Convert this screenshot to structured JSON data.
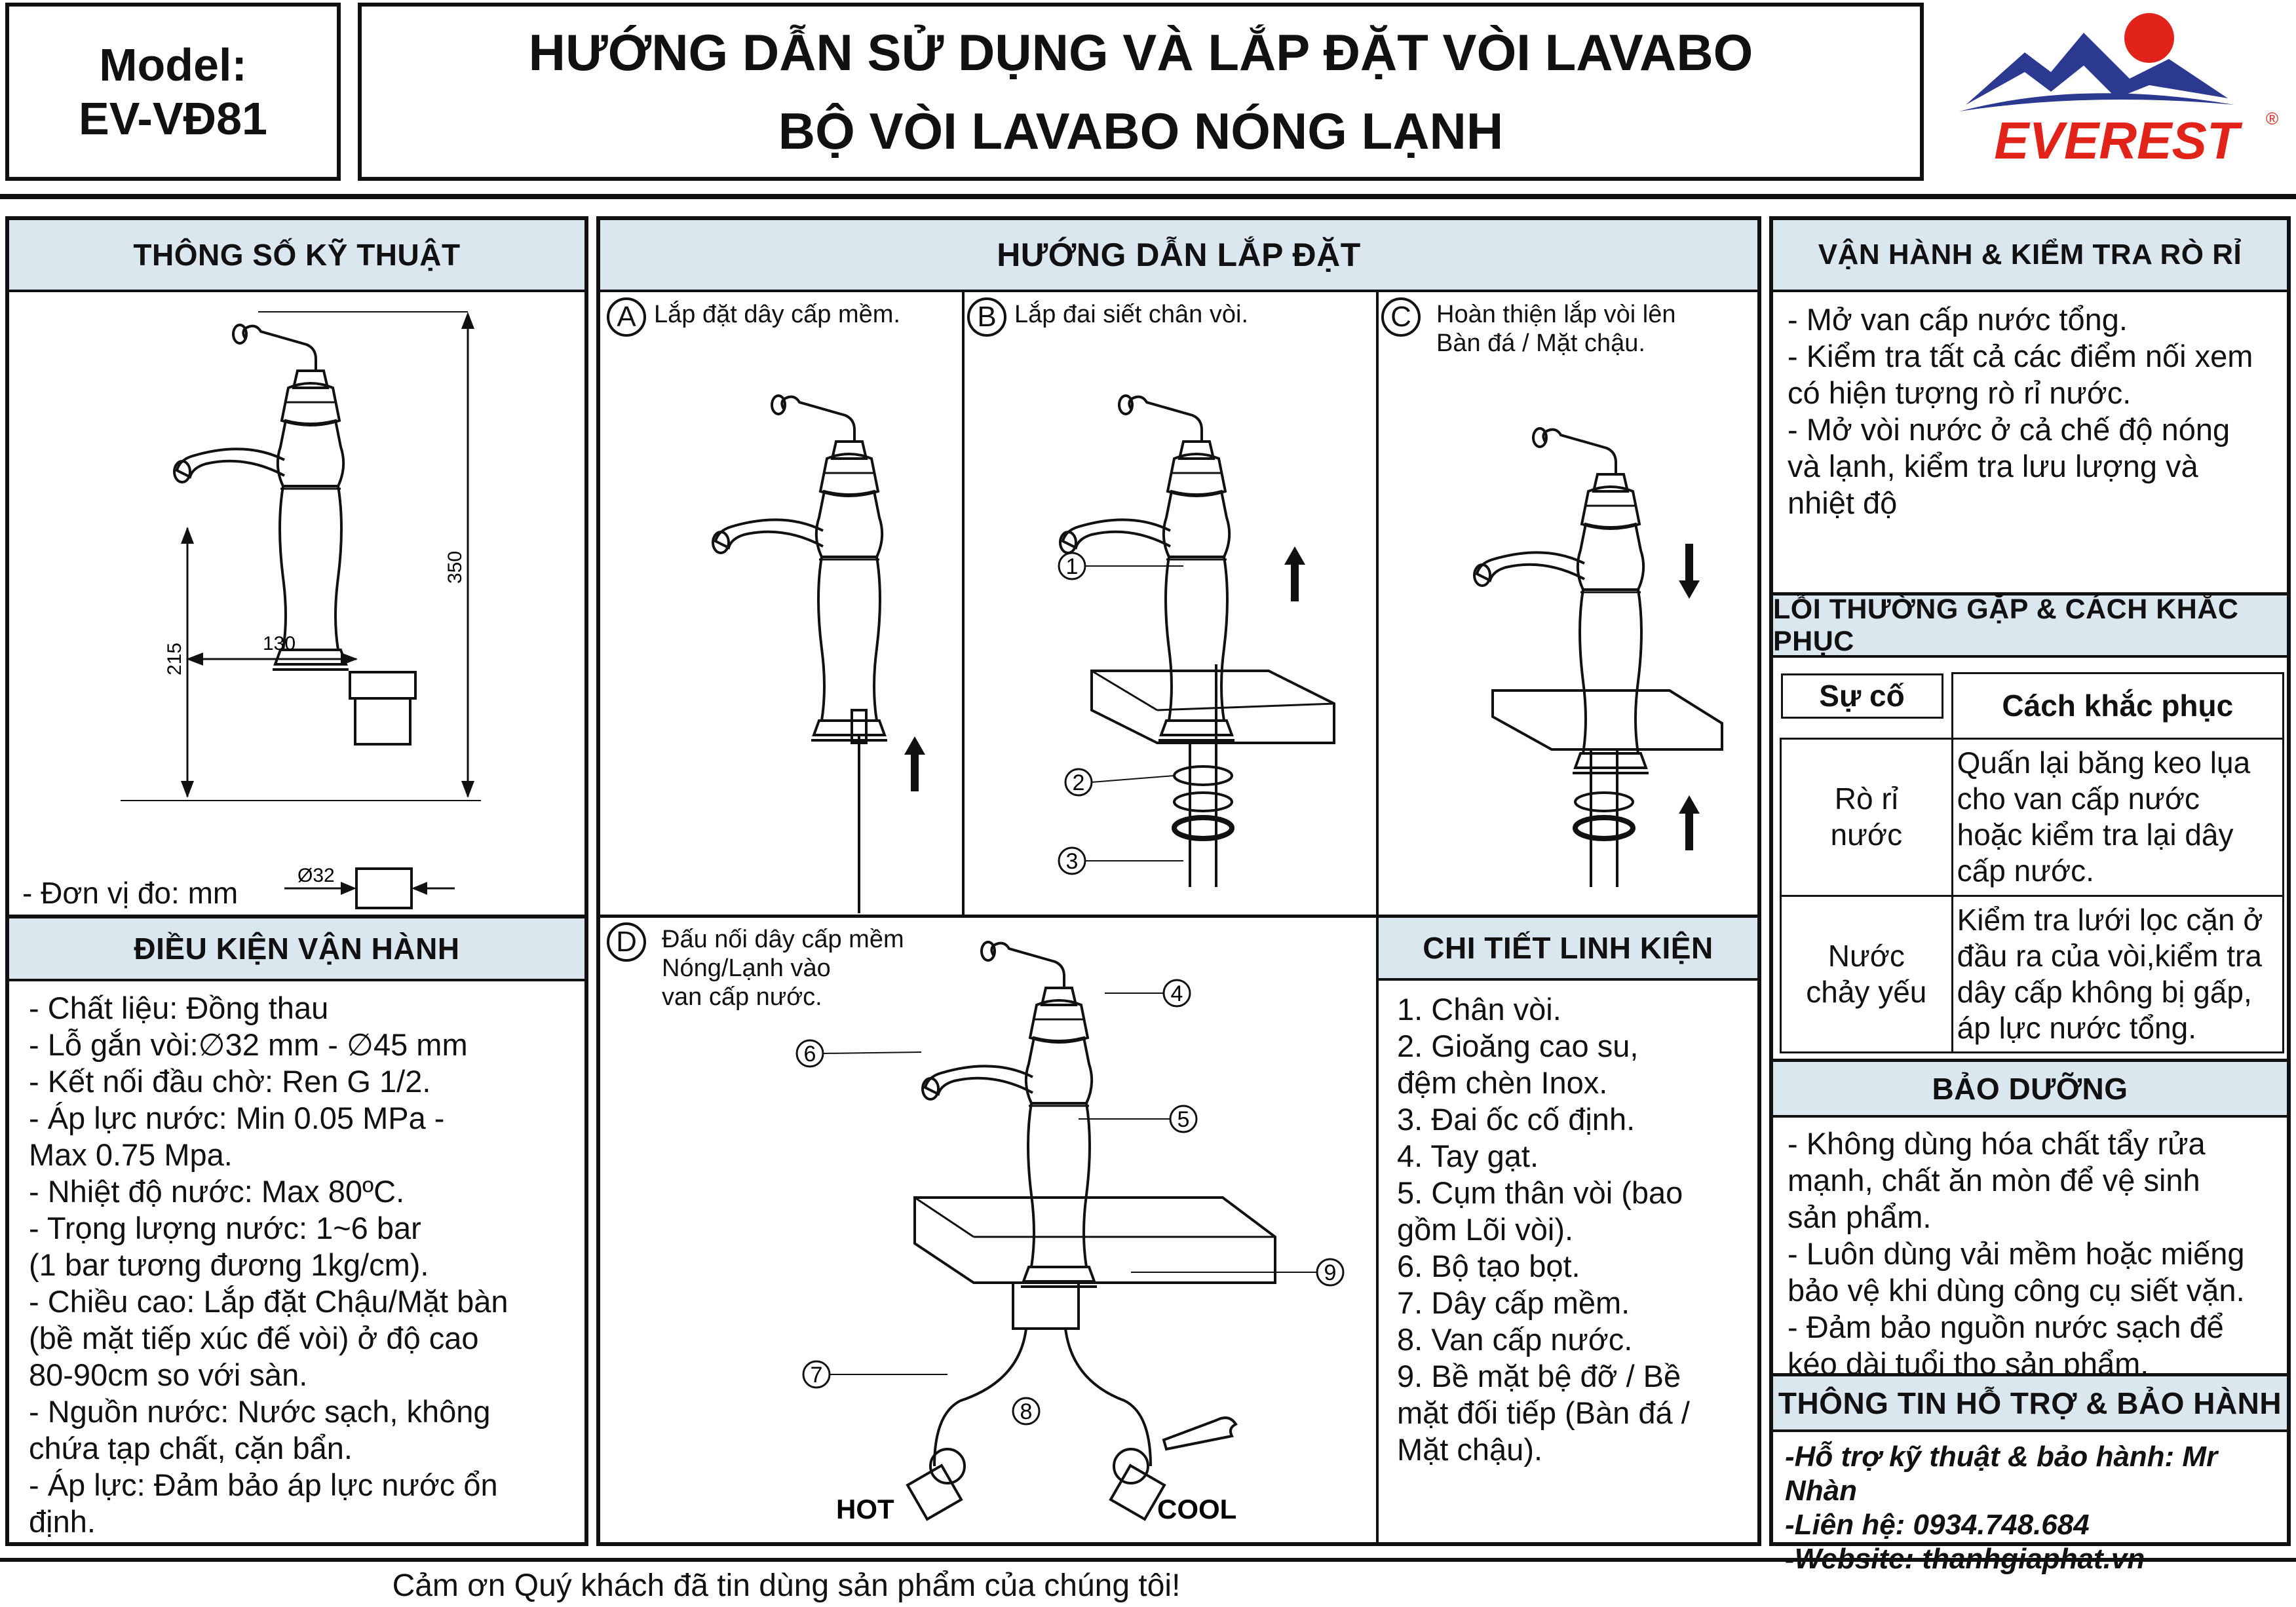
{
  "header": {
    "model_label": "Model:",
    "model_code": "EV-VĐ81",
    "title_line1": "HƯỚNG DẪN SỬ DỤNG VÀ LẮP ĐẶT VÒI LAVABO",
    "title_line2": "BỘ VÒI LAVABO NÓNG LẠNH",
    "brand": "EVEREST",
    "brand_mark": "®",
    "brand_color": "#e2231a",
    "mountain_color": "#2b3990"
  },
  "specs": {
    "title": "THÔNG SỐ KỸ THUẬT",
    "dim_350": "350",
    "dim_215": "215",
    "dim_130": "130",
    "dim_32": "Ø32",
    "unit_note": "- Đơn vị đo: mm"
  },
  "conditions": {
    "title": "ĐIỀU KIỆN VẬN HÀNH",
    "text": "- Chất liệu: Đồng thau\n- Lỗ gắn vòi:∅32 mm - ∅45 mm\n- Kết nối đầu chờ: Ren G 1/2.\n- Áp lực nước: Min 0.05 MPa -\nMax 0.75 Mpa.\n- Nhiệt độ nước: Max 80ºC.\n- Trọng lượng nước: 1~6 bar\n(1 bar tương đương 1kg/cm).\n- Chiều cao: Lắp đặt Chậu/Mặt bàn\n(bề mặt tiếp xúc đế vòi) ở độ cao\n80-90cm so với sàn.\n- Nguồn nước: Nước sạch, không\nchứa tạp chất, cặn bẩn.\n- Áp lực: Đảm bảo áp lực nước ổn\nđịnh."
  },
  "install": {
    "title": "HƯỚNG DẪN LẮP ĐẶT",
    "step_a": {
      "letter": "A",
      "text": "Lắp đặt dây cấp mềm."
    },
    "step_b": {
      "letter": "B",
      "text": "Lắp đai siết chân vòi."
    },
    "step_c": {
      "letter": "C",
      "text": "Hoàn thiện lắp vòi lên\nBàn đá / Mặt chậu."
    },
    "step_d": {
      "letter": "D",
      "text": "Đấu nối dây cấp mềm\nNóng/Lạnh vào\nvan cấp nước."
    },
    "callouts": [
      "1",
      "2",
      "3",
      "4",
      "5",
      "6",
      "7",
      "8",
      "9"
    ],
    "hot": "HOT",
    "cool": "COOL"
  },
  "parts": {
    "title": "CHI TIẾT LINH KIỆN",
    "text": "1. Chân vòi.\n2. Gioăng cao su,\nđệm chèn Inox.\n3. Đai ốc cố định.\n4. Tay gạt.\n5. Cụm thân vòi (bao\ngồm Lõi vòi).\n6. Bộ tạo bọt.\n7. Dây cấp mềm.\n8. Van cấp nước.\n9. Bề mặt bệ đỡ / Bề\nmặt đối tiếp (Bàn đá /\nMặt chậu)."
  },
  "operation": {
    "title": "VẬN HÀNH & KIỂM TRA RÒ RỈ",
    "text": "- Mở van cấp nước tổng.\n- Kiểm tra tất cả các điểm nối xem\ncó hiện tượng rò rỉ nước.\n- Mở vòi nước ở cả chế độ nóng\nvà lạnh, kiểm tra lưu lượng và\nnhiệt độ"
  },
  "troubleshoot": {
    "title": "LỖI THƯỜNG GẶP & CÁCH KHẮC PHỤC",
    "col1": "Sự cố",
    "col2": "Cách khắc phục",
    "rows": [
      {
        "issue": "Rò rỉ\nnước",
        "fix": "Quấn lại băng keo lụa\ncho van cấp nước\nhoặc kiểm tra lại dây\ncấp nước."
      },
      {
        "issue": "Nước\nchảy yếu",
        "fix": "Kiểm tra lưới lọc cặn ở\nđầu ra của vòi,kiểm tra\ndây cấp không bị gấp,\náp lực nước tổng."
      }
    ]
  },
  "maintenance": {
    "title": "BẢO DƯỠNG",
    "text": "- Không dùng hóa chất tẩy rửa\nmạnh, chất ăn mòn để vệ sinh\nsản phẩm.\n- Luôn dùng vải mềm hoặc miếng\nbảo vệ khi dùng công cụ siết vặn.\n- Đảm bảo nguồn nước sạch để\nkéo dài tuổi thọ sản phẩm."
  },
  "support": {
    "title": "THÔNG TIN HỖ TRỢ & BẢO HÀNH",
    "line1": "-Hỗ trợ kỹ thuật & bảo hành: Mr Nhàn",
    "line2": "-Liên hệ: 0934.748.684",
    "line3": "-Website: thanhgiaphat.vn"
  },
  "footer": {
    "text": "Cảm ơn Quý khách đã tin dùng sản phẩm của chúng tôi!"
  },
  "icons": [
    "faucet-drawing",
    "up-arrow-icon",
    "down-arrow-icon",
    "wrench-icon",
    "valve-icon"
  ]
}
